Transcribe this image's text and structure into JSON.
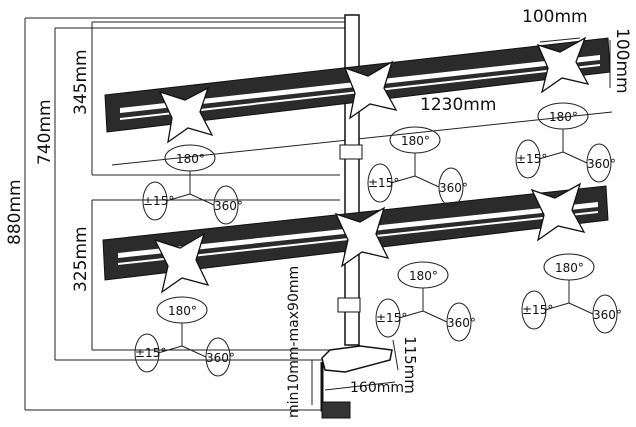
{
  "dimensions": {
    "total_height": "880mm",
    "upper_arm_height": "740mm",
    "upper_spacing": "345mm",
    "lower_spacing": "325mm",
    "rail_length": "1230mm",
    "vesa_width": "100mm",
    "vesa_height": "100mm",
    "clamp_depth": "115mm",
    "clamp_width": "160mm",
    "desk_thickness": "min10mm-max90mm"
  },
  "rotation_symbols": [
    {
      "swivel": "180°",
      "tilt": "±15°",
      "pan": "360°"
    },
    {
      "swivel": "180°",
      "tilt": "±15°",
      "pan": "360°"
    },
    {
      "swivel": "180°",
      "tilt": "±15°",
      "pan": "360°"
    },
    {
      "swivel": "180°",
      "tilt": "±15°",
      "pan": "360°"
    },
    {
      "swivel": "180°",
      "tilt": "±15°",
      "pan": "360°"
    },
    {
      "swivel": "180°",
      "tilt": "±15°",
      "pan": "360°"
    }
  ]
}
